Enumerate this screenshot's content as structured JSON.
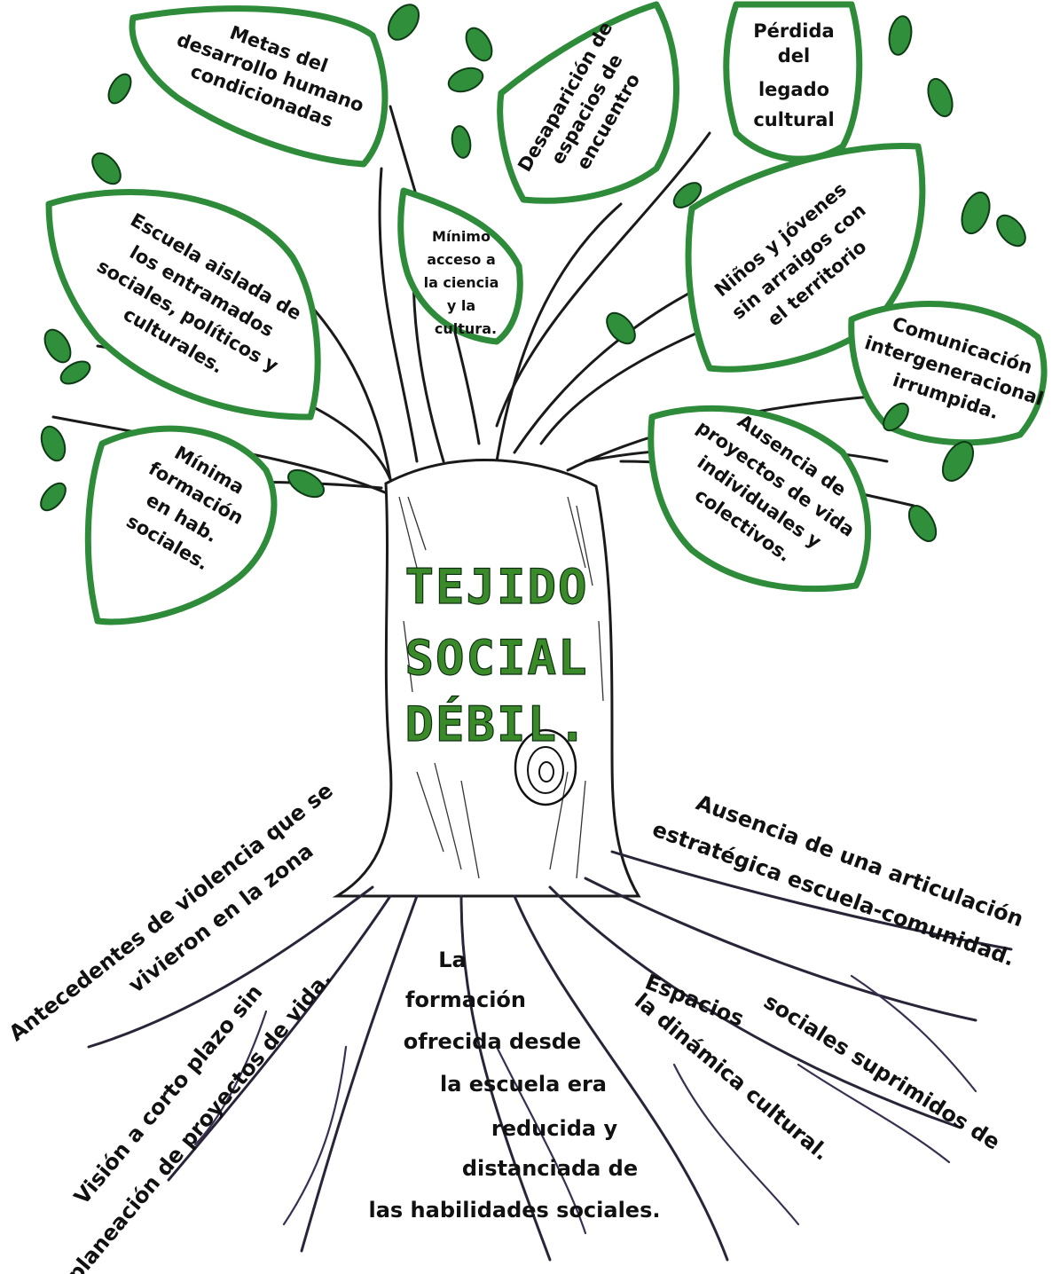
{
  "trunk": {
    "title_lines": [
      "TEJIDO",
      "SOCIAL",
      "DÉBIL."
    ],
    "color": "#3a8a2a"
  },
  "leaves": {
    "metas": [
      "Metas del",
      "desarrollo humano",
      "condicionadas"
    ],
    "desaparicion": [
      "Desaparición de",
      "espacios de",
      "encuentro"
    ],
    "perdida": [
      "Pérdida",
      "del",
      "legado",
      "cultural"
    ],
    "minimo": [
      "Mínimo",
      "acceso a",
      "la ciencia",
      "y la",
      "cultura."
    ],
    "escuela": [
      "Escuela aislada de",
      "los entramados",
      "sociales, políticos y",
      "culturales."
    ],
    "ninos": [
      "Niños y jóvenes",
      "sin arraigos con",
      "el territorio"
    ],
    "comunicacion": [
      "Comunicación",
      "intergeneracional",
      "irrumpida."
    ],
    "minima": [
      "Mínima",
      "formación",
      "en hab.",
      "sociales."
    ],
    "ausencia_proyectos": [
      "Ausencia de",
      "proyectos de vida",
      "individuales y",
      "colectivos."
    ]
  },
  "roots": {
    "antecedentes": [
      "Antecedentes de violencia que se",
      "vivieron en la zona"
    ],
    "vision": [
      "Visión a corto plazo sin",
      "planeación de proyectos de vida."
    ],
    "formacion": [
      "La",
      "formación",
      "ofrecida desde",
      "la escuela era",
      "reducida y",
      "distanciada de",
      "las habilidades sociales."
    ],
    "espacios": [
      "Espacios",
      "la dinámica cultural.",
      "sociales suprimidos de"
    ],
    "ausencia_articulacion": [
      "Ausencia de una articulación",
      "estratégica escuela-comunidad."
    ]
  },
  "colors": {
    "leaf_outline": "#2e8b3a",
    "bud": "#2f8f3a",
    "ink": "#111111",
    "root_ink": "#2a2438"
  }
}
